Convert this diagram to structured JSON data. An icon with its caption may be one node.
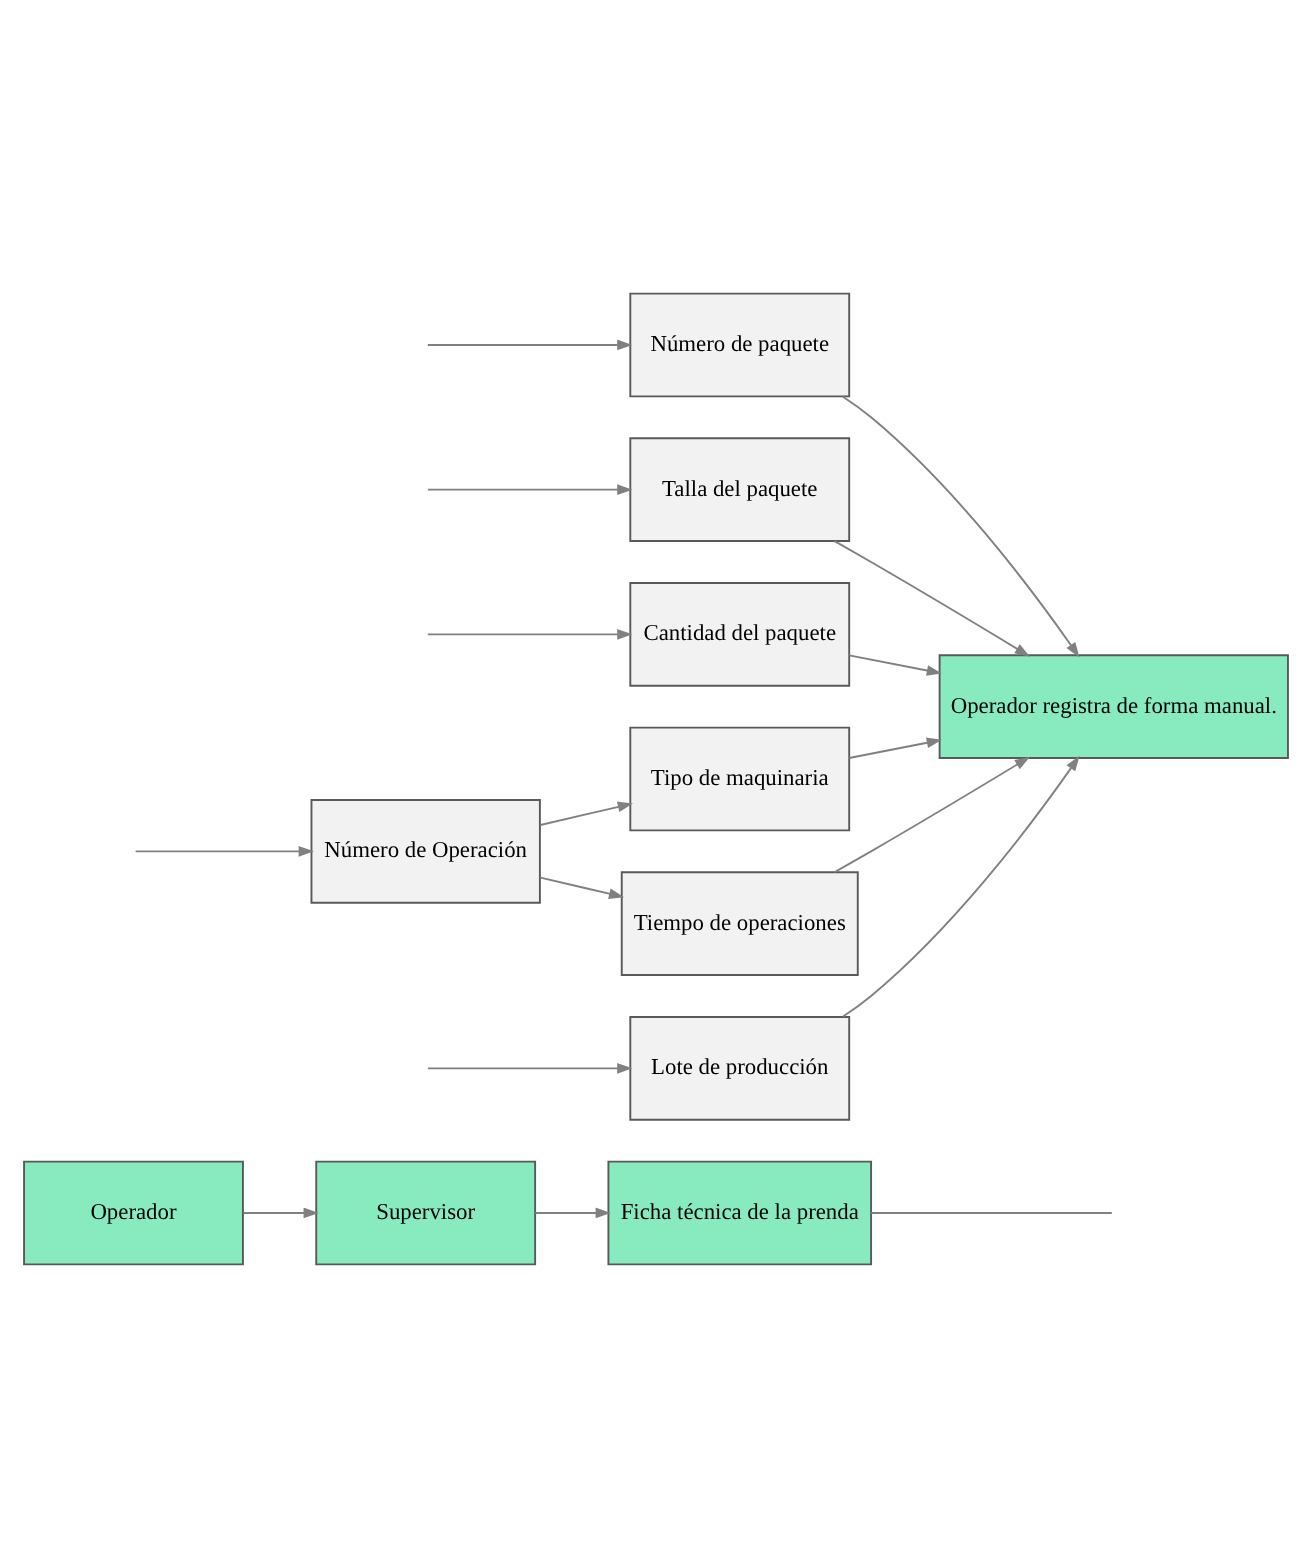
{
  "diagram": {
    "nodes": [
      {
        "text": [
          "Operador"
        ]
      },
      {
        "text": [
          "Supervisor"
        ]
      },
      {
        "text": [
          "Ficha técnica de la prenda"
        ]
      },
      {
        "text": [
          "Lote de producción"
        ]
      },
      {
        "text": [
          "Número de paquete"
        ]
      },
      {
        "text": [
          "Talla del paquete"
        ]
      },
      {
        "text": [
          "Cantidad del paquete"
        ]
      },
      {
        "text": [
          "Operador registra de forma manual."
        ]
      },
      {
        "text": [
          "Tipo de maquinaria"
        ]
      },
      {
        "text": [
          "Número de Operación"
        ]
      },
      {
        "text": [
          "Tiempo de operaciones"
        ]
      }
    ],
    "edges": [
      {
        "from": 0,
        "to": 1,
        "arrow": "to"
      },
      {
        "from": 1,
        "to": 2,
        "arrow": "to"
      },
      {
        "from": 2,
        "to": null,
        "arrow": "none"
      },
      {
        "from": null,
        "to": 3,
        "arrow": "to"
      },
      {
        "from": null,
        "to": 4,
        "arrow": "to"
      },
      {
        "from": null,
        "to": 5,
        "arrow": "to"
      },
      {
        "from": null,
        "to": 6,
        "arrow": "to"
      },
      {
        "from": null,
        "to": 9,
        "arrow": "to"
      },
      {
        "from": 3,
        "to": 7,
        "arrow": "to"
      },
      {
        "from": 4,
        "to": 7,
        "arrow": "to"
      },
      {
        "from": 5,
        "to": 7,
        "arrow": "to"
      },
      {
        "from": 6,
        "to": 7,
        "arrow": "to"
      },
      {
        "from": 9,
        "to": 8,
        "arrow": "to"
      },
      {
        "from": 9,
        "to": 10,
        "arrow": "to"
      },
      {
        "from": 8,
        "to": 7,
        "arrow": "to"
      },
      {
        "from": 10,
        "to": 7,
        "arrow": "to"
      }
    ]
  }
}
